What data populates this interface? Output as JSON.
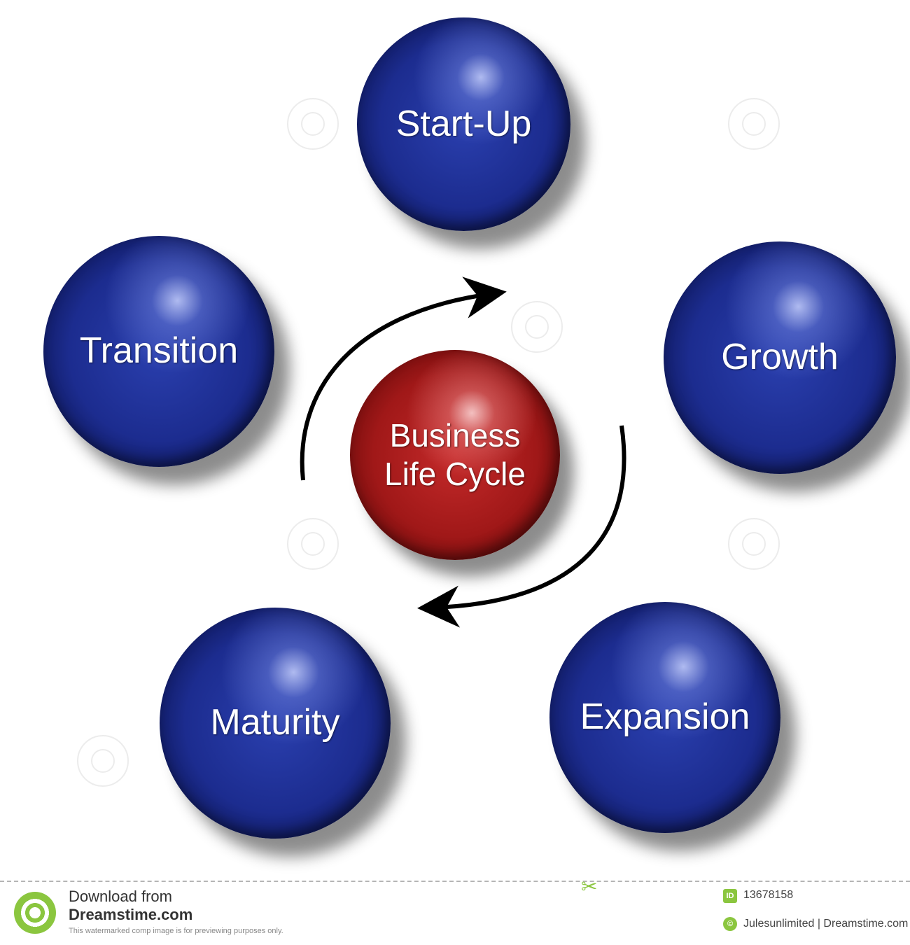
{
  "diagram": {
    "center": {
      "line1": "Business",
      "line2": "Life Cycle"
    },
    "stages": [
      {
        "label": "Start-Up"
      },
      {
        "label": "Growth"
      },
      {
        "label": "Expansion"
      },
      {
        "label": "Maturity"
      },
      {
        "label": "Transition"
      }
    ],
    "colors": {
      "stage": "#1c2c8f",
      "center": "#a01818",
      "arrow": "#000000"
    }
  },
  "footer": {
    "download_label": "Download from",
    "site": "Dreamstime.com",
    "note": "This watermarked comp image is for previewing purposes only.",
    "id_badge": "ID",
    "id_value": "13678158",
    "credit_badge": "©",
    "credit": "Julesunlimited | Dreamstime.com"
  }
}
